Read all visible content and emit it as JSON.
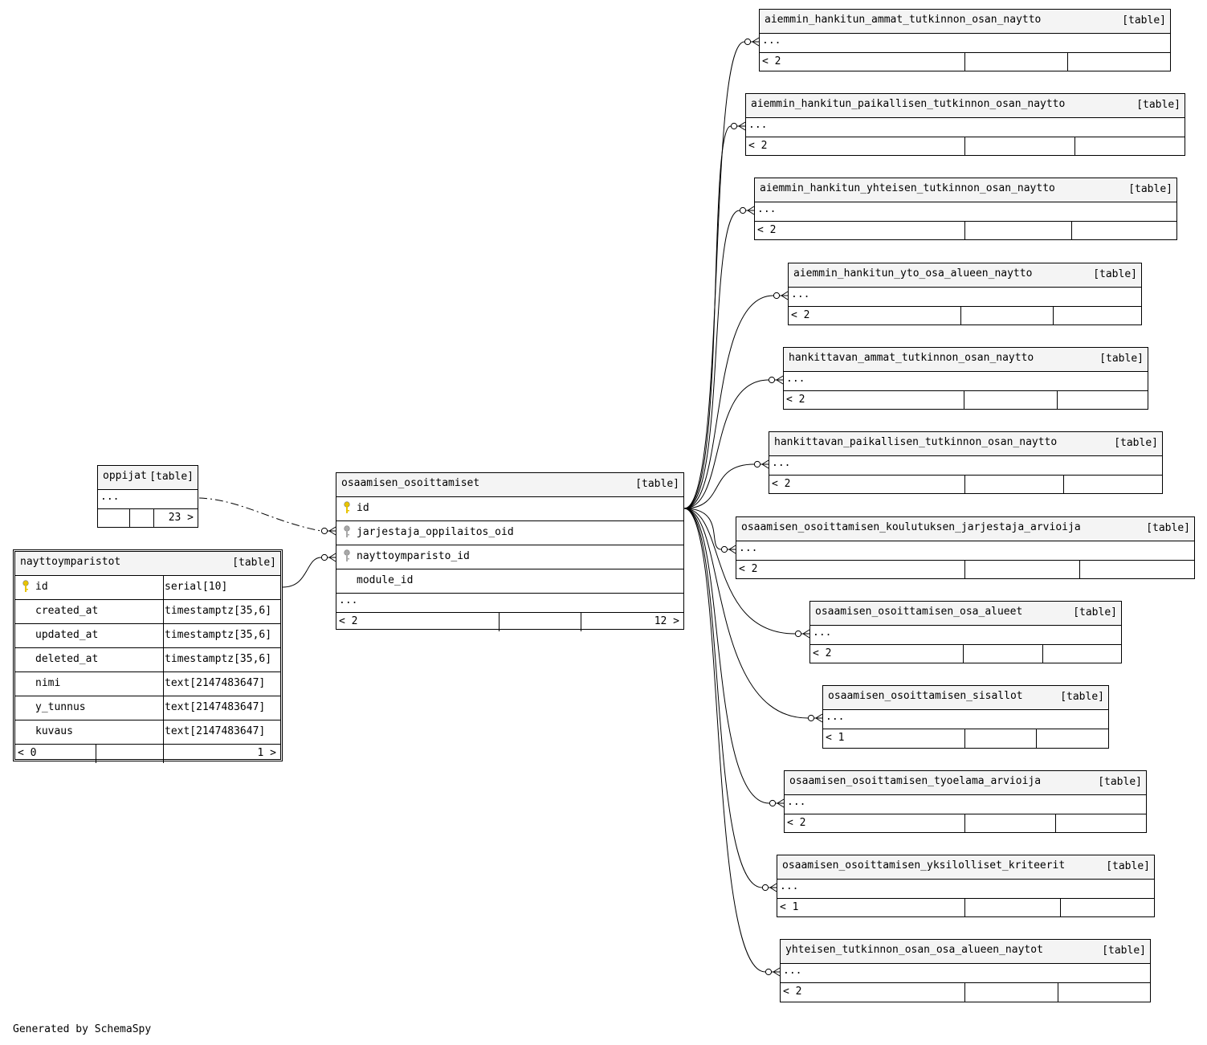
{
  "footer_text": "Generated by SchemaSpy",
  "oppijat": {
    "name": "oppijat",
    "type": "[table]",
    "ellipsis": "...",
    "count_right": "23 >"
  },
  "nayttoymparistot": {
    "name": "nayttoymparistot",
    "type": "[table]",
    "columns": [
      {
        "name": "id",
        "type": "serial[10]",
        "key": "primary"
      },
      {
        "name": "created_at",
        "type": "timestamptz[35,6]"
      },
      {
        "name": "updated_at",
        "type": "timestamptz[35,6]"
      },
      {
        "name": "deleted_at",
        "type": "timestamptz[35,6]"
      },
      {
        "name": "nimi",
        "type": "text[2147483647]"
      },
      {
        "name": "y_tunnus",
        "type": "text[2147483647]"
      },
      {
        "name": "kuvaus",
        "type": "text[2147483647]"
      }
    ],
    "count_left": "< 0",
    "count_right": "1 >"
  },
  "osaamisen_osoittamiset": {
    "name": "osaamisen_osoittamiset",
    "type": "[table]",
    "columns": [
      {
        "name": "id",
        "key": "primary"
      },
      {
        "name": "jarjestaja_oppilaitos_oid",
        "key": "foreign"
      },
      {
        "name": "nayttoymparisto_id",
        "key": "foreign"
      },
      {
        "name": "module_id"
      }
    ],
    "ellipsis": "...",
    "count_left": "< 2",
    "count_right": "12 >"
  },
  "children": [
    {
      "name": "aiemmin_hankitun_ammat_tutkinnon_osan_naytto",
      "type": "[table]",
      "ellipsis": "...",
      "count_left": "< 2"
    },
    {
      "name": "aiemmin_hankitun_paikallisen_tutkinnon_osan_naytto",
      "type": "[table]",
      "ellipsis": "...",
      "count_left": "< 2"
    },
    {
      "name": "aiemmin_hankitun_yhteisen_tutkinnon_osan_naytto",
      "type": "[table]",
      "ellipsis": "...",
      "count_left": "< 2"
    },
    {
      "name": "aiemmin_hankitun_yto_osa_alueen_naytto",
      "type": "[table]",
      "ellipsis": "...",
      "count_left": "< 2"
    },
    {
      "name": "hankittavan_ammat_tutkinnon_osan_naytto",
      "type": "[table]",
      "ellipsis": "...",
      "count_left": "< 2"
    },
    {
      "name": "hankittavan_paikallisen_tutkinnon_osan_naytto",
      "type": "[table]",
      "ellipsis": "...",
      "count_left": "< 2"
    },
    {
      "name": "osaamisen_osoittamisen_koulutuksen_jarjestaja_arvioija",
      "type": "[table]",
      "ellipsis": "...",
      "count_left": "< 2"
    },
    {
      "name": "osaamisen_osoittamisen_osa_alueet",
      "type": "[table]",
      "ellipsis": "...",
      "count_left": "< 2"
    },
    {
      "name": "osaamisen_osoittamisen_sisallot",
      "type": "[table]",
      "ellipsis": "...",
      "count_left": "< 1"
    },
    {
      "name": "osaamisen_osoittamisen_tyoelama_arvioija",
      "type": "[table]",
      "ellipsis": "...",
      "count_left": "< 2"
    },
    {
      "name": "osaamisen_osoittamisen_yksilolliset_kriteerit",
      "type": "[table]",
      "ellipsis": "...",
      "count_left": "< 1"
    },
    {
      "name": "yhteisen_tutkinnon_osan_osa_alueen_naytot",
      "type": "[table]",
      "ellipsis": "...",
      "count_left": "< 2"
    }
  ]
}
